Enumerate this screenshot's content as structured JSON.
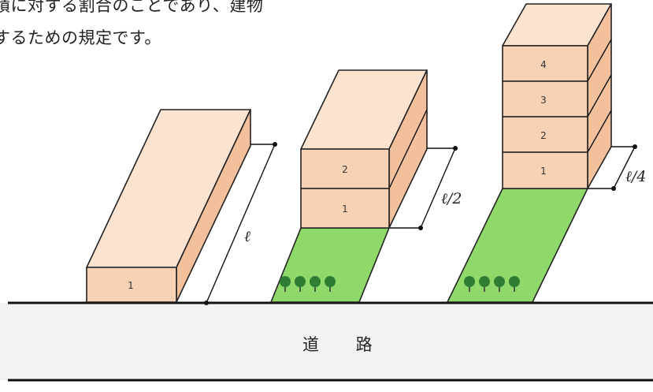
{
  "caption": {
    "line1": "積に対する割合のことであり、建物",
    "line2": "するための規定です。"
  },
  "road": {
    "label": "道 路"
  },
  "buildings": [
    {
      "floors": [
        "1"
      ],
      "setback_label": "ℓ"
    },
    {
      "floors": [
        "1",
        "2"
      ],
      "setback_label": "ℓ/2"
    },
    {
      "floors": [
        "1",
        "2",
        "3",
        "4"
      ],
      "setback_label": "ℓ/4"
    }
  ],
  "colors": {
    "building_front": "#f8d2b4",
    "building_top": "#fbe3cf",
    "building_side": "#f3c09c",
    "lawn": "#8fd96b",
    "tree": "#2e7d32",
    "road": "#f2f2f0"
  },
  "icons": [
    "tree-icon"
  ]
}
